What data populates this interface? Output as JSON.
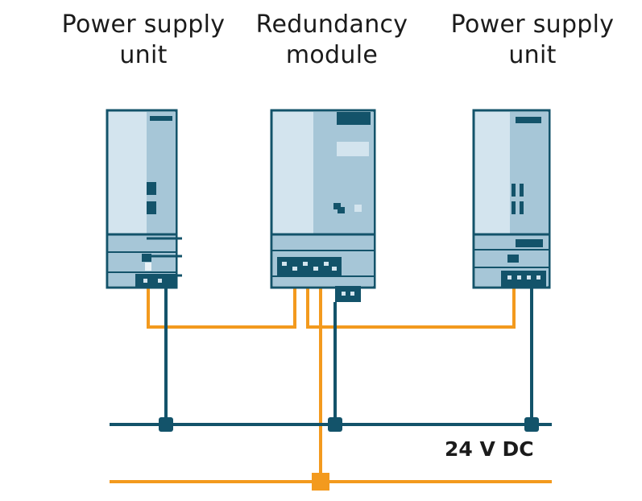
{
  "labels": {
    "left_unit": [
      "Power supply",
      "unit"
    ],
    "redundancy_module": [
      "Redundancy",
      "module"
    ],
    "right_unit": [
      "Power supply",
      "unit"
    ],
    "voltage": "24 V DC"
  },
  "colors": {
    "signal_wire": "#f39a1e",
    "power_wire": "#13536a",
    "device_light": "#d3e4ee",
    "device_mid": "#a6c6d7",
    "device_outline": "#13536a"
  }
}
